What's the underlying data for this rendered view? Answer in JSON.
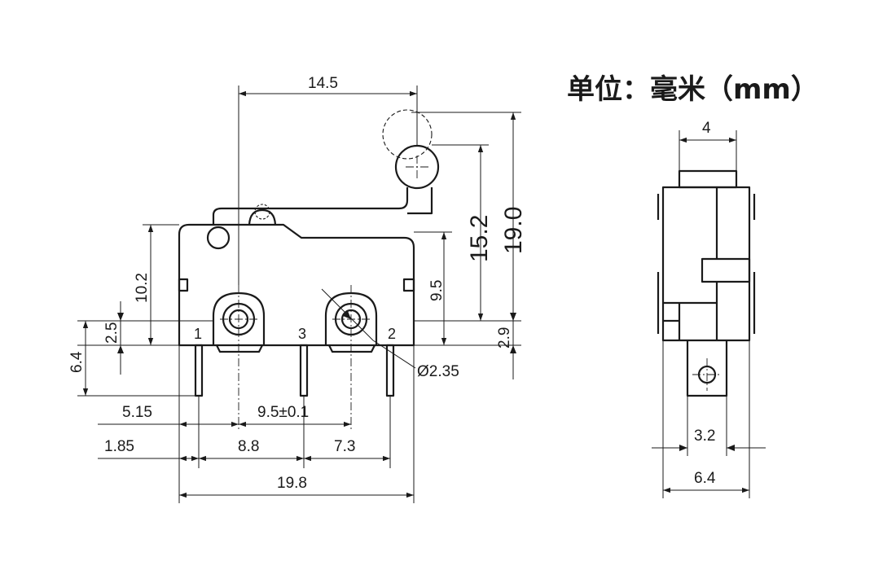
{
  "unit_label": "单位：毫米（mm）",
  "front_view": {
    "dims": {
      "overall_lever_width": "14.5",
      "lever_height": "15.2",
      "total_height": "19.0",
      "body_height": "10.2",
      "terminal_center_height": "9.5",
      "terminal_offset_left": "2.5",
      "terminal_offset_right": "2.9",
      "pin_length": "6.4",
      "hole_diameter": "Ø2.35",
      "hole_pitch": "9.5±0.1",
      "edge_to_hole": "5.15",
      "edge_to_pin": "1.85",
      "pin1_to_pin3": "8.8",
      "pin3_to_pin2": "7.3",
      "body_width": "19.8"
    },
    "terminals": [
      "1",
      "3",
      "2"
    ]
  },
  "side_view": {
    "dims": {
      "plunger_width": "4",
      "tab_width": "3.2",
      "body_width": "6.4"
    }
  }
}
